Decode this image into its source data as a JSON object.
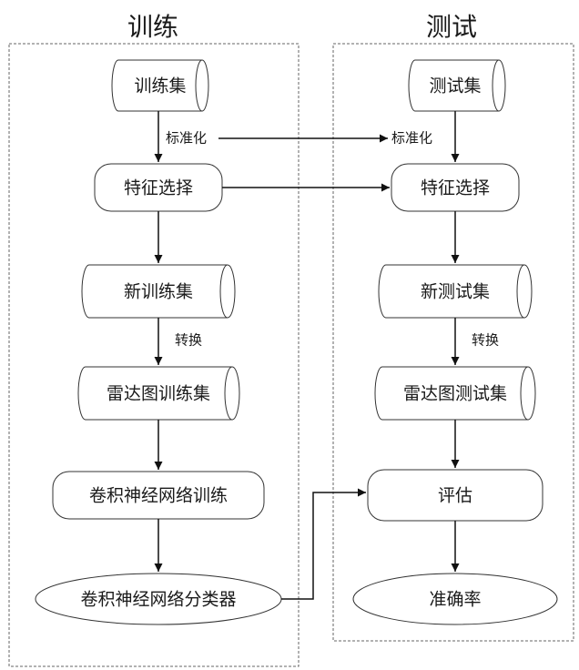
{
  "panels": {
    "train_title": "训练",
    "test_title": "测试"
  },
  "train": {
    "dataset": "训练集",
    "normalize_label": "标准化",
    "feature_selection": "特征选择",
    "new_dataset": "新训练集",
    "convert_label": "转换",
    "radar_dataset": "雷达图训练集",
    "cnn_training": "卷积神经网络训练",
    "cnn_classifier": "卷积神经网络分类器"
  },
  "test": {
    "dataset": "测试集",
    "normalize_label": "标准化",
    "feature_selection": "特征选择",
    "new_dataset": "新测试集",
    "convert_label": "转换",
    "radar_dataset": "雷达图测试集",
    "evaluate": "评估",
    "accuracy": "准确率"
  }
}
